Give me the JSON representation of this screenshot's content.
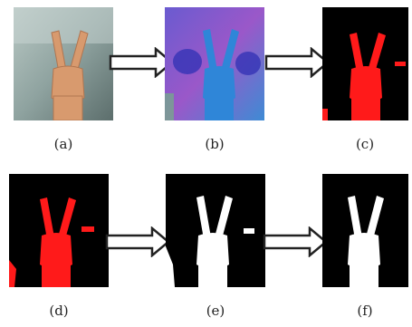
{
  "panels": [
    {
      "id": "a",
      "caption": "(a)",
      "content": "photo of hand V-sign"
    },
    {
      "id": "b",
      "caption": "(b)",
      "content": "color-space transformed image"
    },
    {
      "id": "c",
      "caption": "(c)",
      "content": "red skin segmentation"
    },
    {
      "id": "d",
      "caption": "(d)",
      "content": "red skin segmentation"
    },
    {
      "id": "e",
      "caption": "(e)",
      "content": "binary mask with noise"
    },
    {
      "id": "f",
      "caption": "(f)",
      "content": "cleaned binary mask"
    }
  ],
  "colors": {
    "arrow_stroke": "#222222",
    "mask_red": "#ff1a1a",
    "mask_white": "#ffffff",
    "background_black": "#000000"
  }
}
